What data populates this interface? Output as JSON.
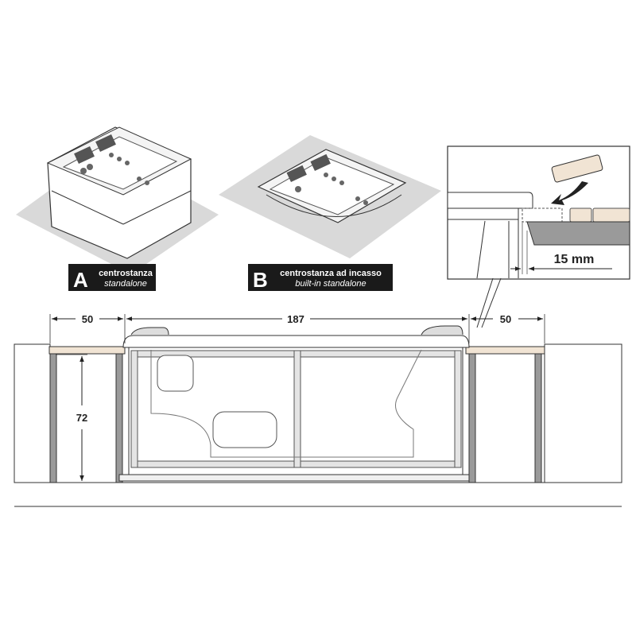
{
  "variant_a": {
    "letter": "A",
    "title": "centrostanza",
    "subtitle": "standalone"
  },
  "variant_b": {
    "letter": "B",
    "title": "centrostanza ad incasso",
    "subtitle": "built-in standalone"
  },
  "detail": {
    "gap_label": "15 mm"
  },
  "dimensions": {
    "left_width": "50",
    "tub_width": "187",
    "right_width": "50",
    "height": "72"
  },
  "colors": {
    "floor": "#d9d9d9",
    "wood": "#f1e4d4",
    "frame": "#9a9a9a",
    "outline": "#333333",
    "label_bg": "#1a1a1a"
  }
}
